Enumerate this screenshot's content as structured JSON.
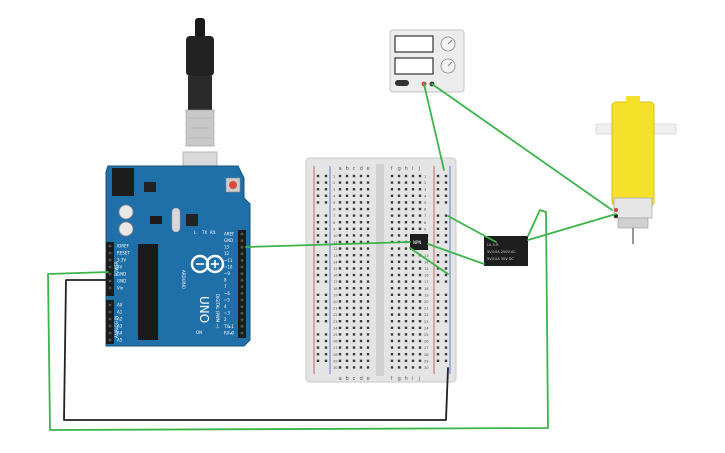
{
  "arduino": {
    "brand": "ARDUINO",
    "model": "UNO",
    "pin_labels_right": [
      "AREF",
      "GND",
      "13",
      "12",
      "~11",
      "~10",
      "~9",
      "8",
      "7",
      "~6",
      "~5",
      "4",
      "~3",
      "2",
      "TX▸1",
      "RX◂0"
    ],
    "pin_labels_left_power": [
      "IOREF",
      "RESET",
      "3.3V",
      "5V",
      "GND",
      "GND",
      "Vin"
    ],
    "pin_labels_left_analog": [
      "A0",
      "A1",
      "A2",
      "A3",
      "A4",
      "A5"
    ],
    "digital_label": "DIGITAL (PWM ~)",
    "power_label": "POWER",
    "analog_label": "ANALOG IN",
    "on_label": "ON",
    "tx_label": "TX",
    "rx_label": "RX",
    "l_label": "L"
  },
  "breadboard": {
    "col_letters_left": [
      "a",
      "b",
      "c",
      "d",
      "e"
    ],
    "col_letters_right": [
      "f",
      "g",
      "h",
      "i",
      "j"
    ],
    "row_count": 30
  },
  "relay": {
    "line1": "LU-5-R",
    "line2": "5V/10A 250V AC",
    "line3": "5V/10A 30V DC"
  },
  "chip": {
    "label": "NPN"
  },
  "colors": {
    "wire_green": "#3bb44a",
    "wire_black": "#222222",
    "arduino_blue": "#1f6fa8",
    "motor_yellow": "#f5e02a",
    "relay_black": "#1e1e1e"
  }
}
